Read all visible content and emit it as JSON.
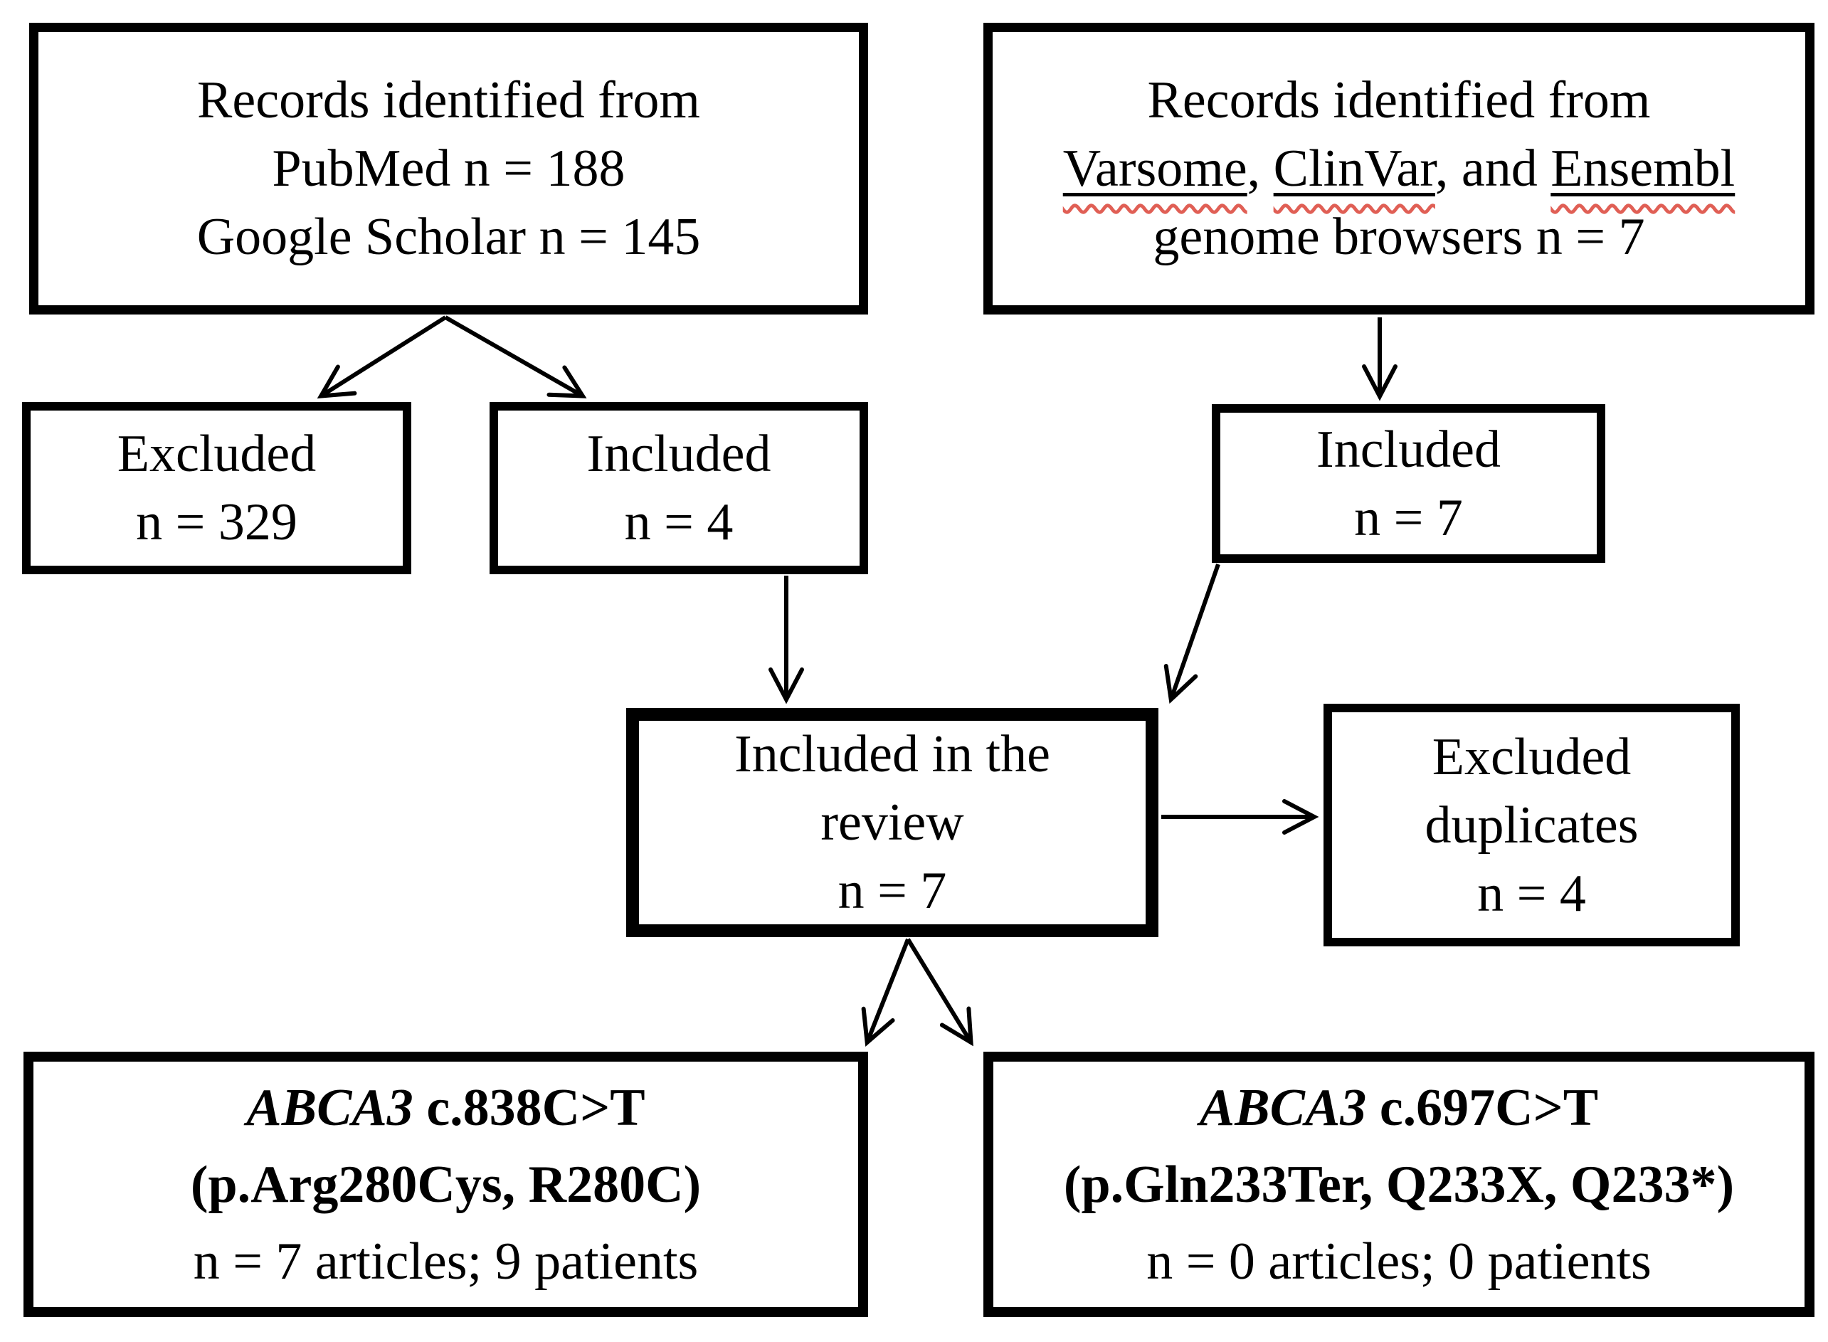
{
  "canvas": {
    "background": "#ffffff",
    "line_color": "#000000",
    "spellcheck_color": "#e05f55"
  },
  "boxes": {
    "records_databases": {
      "line1": "Records identified from",
      "line2": "PubMed n = 188",
      "line3": "Google Scholar n = 145"
    },
    "records_browsers": {
      "line1": "Records identified from",
      "source1": "Varsome",
      "sep1": ", ",
      "source2": "ClinVar",
      "sep2": ", and ",
      "source3": "Ensembl",
      "line3": "genome browsers n = 7"
    },
    "excluded_records": {
      "line1": "Excluded",
      "line2": "n = 329"
    },
    "included_records": {
      "line1": "Included",
      "line2": "n = 4"
    },
    "included_browsers": {
      "line1": "Included",
      "line2": "n = 7"
    },
    "included_review": {
      "line1": "Included in the",
      "line2": "review",
      "line3": "n = 7"
    },
    "excluded_duplicates": {
      "line1": "Excluded",
      "line2": "duplicates",
      "line3": "n = 4"
    },
    "variant_r280c": {
      "gene": "ABCA3",
      "variant": " c.838C>T",
      "protein_names": "(p.Arg280Cys, R280C)",
      "counts": "n = 7 articles; 9 patients"
    },
    "variant_q233x": {
      "gene": "ABCA3",
      "variant": " c.697C>T",
      "protein_names": "(p.Gln233Ter, Q233X, Q233*)",
      "counts": "n = 0 articles; 0 patients"
    }
  }
}
